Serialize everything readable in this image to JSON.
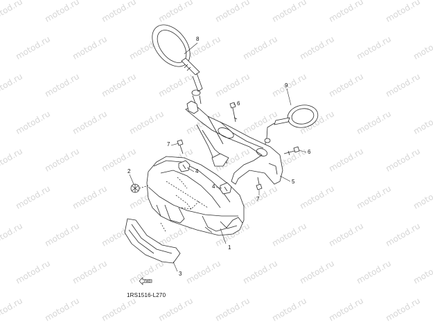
{
  "watermark": "motod.ru",
  "diagram_code": "1RS1516-L270",
  "forward_label": "FWD",
  "callouts": [
    "1",
    "2",
    "3",
    "4",
    "4",
    "5",
    "6",
    "6",
    "7",
    "7",
    "8",
    "9"
  ],
  "colors": {
    "line": "#2a2a2a",
    "watermark": "#d6d6d6",
    "background": "#ffffff"
  }
}
